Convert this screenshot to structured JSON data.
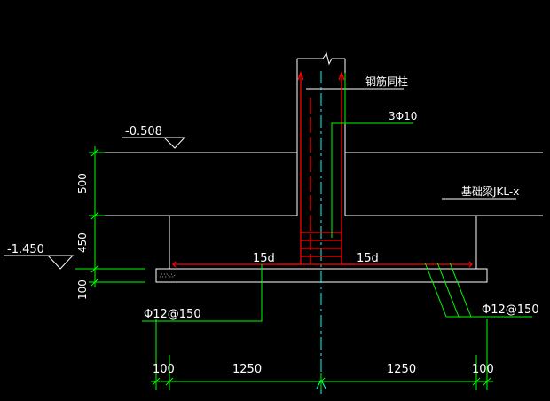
{
  "colors": {
    "background": "#000000",
    "outline": "#ffffff",
    "dimension": "#00ff00",
    "rebar": "#ff0000",
    "axis": "#00ffff"
  },
  "labels": {
    "elev_top": "-0.508",
    "elev_bottom": "-1.450",
    "column_rebar": "钢筋同柱",
    "stirrup": "3Φ10",
    "beam": "基础梁JKL-x",
    "anchor_left": "15d",
    "anchor_right": "15d",
    "bottom_rebar_left": "Φ12@150",
    "bottom_rebar_right": "Φ12@150",
    "cushion_hatch": "∴∵·∴·"
  },
  "dimensions": {
    "v_500": "500",
    "v_450": "450",
    "v_100": "100",
    "h_100_left": "100",
    "h_1250_left": "1250",
    "h_1250_right": "1250",
    "h_100_right": "100"
  }
}
